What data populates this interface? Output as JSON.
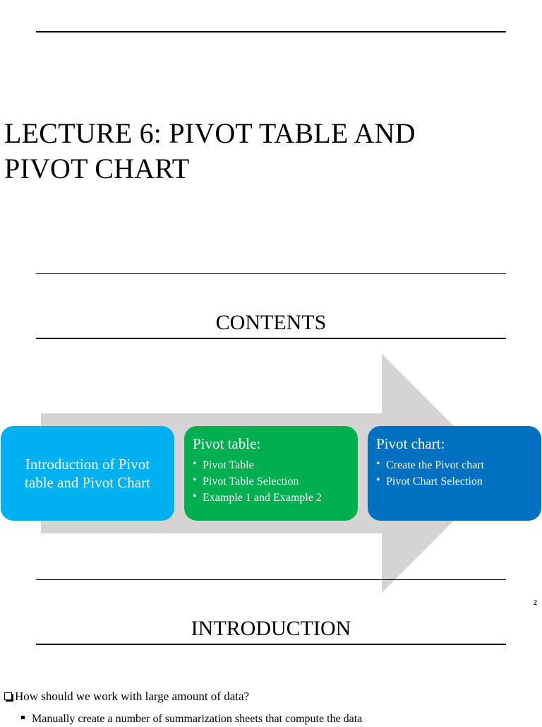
{
  "slide1": {
    "title_line1": "LECTURE 6: PIVOT TABLE AND",
    "title_line2": "PIVOT CHART"
  },
  "slide2": {
    "heading": "CONTENTS",
    "boxes": [
      {
        "title": "Introduction of Pivot table and Pivot Chart",
        "color": "#00b0f0",
        "items": []
      },
      {
        "title": "Pivot table:",
        "color": "#00b050",
        "items": [
          "Pivot Table",
          "Pivot Table Selection",
          "Example 1 and Example 2"
        ]
      },
      {
        "title": "Pivot chart:",
        "color": "#0070c0",
        "items": [
          "Create the Pivot chart",
          "Pivot Chart Selection"
        ]
      }
    ],
    "arrow_color": "#d6d3d4",
    "page_number": "2"
  },
  "slide3": {
    "heading": "INTRODUCTION",
    "question": "How should we work with large amount of data?",
    "sub_item": "Manually create a number of summarization sheets that compute the data"
  }
}
